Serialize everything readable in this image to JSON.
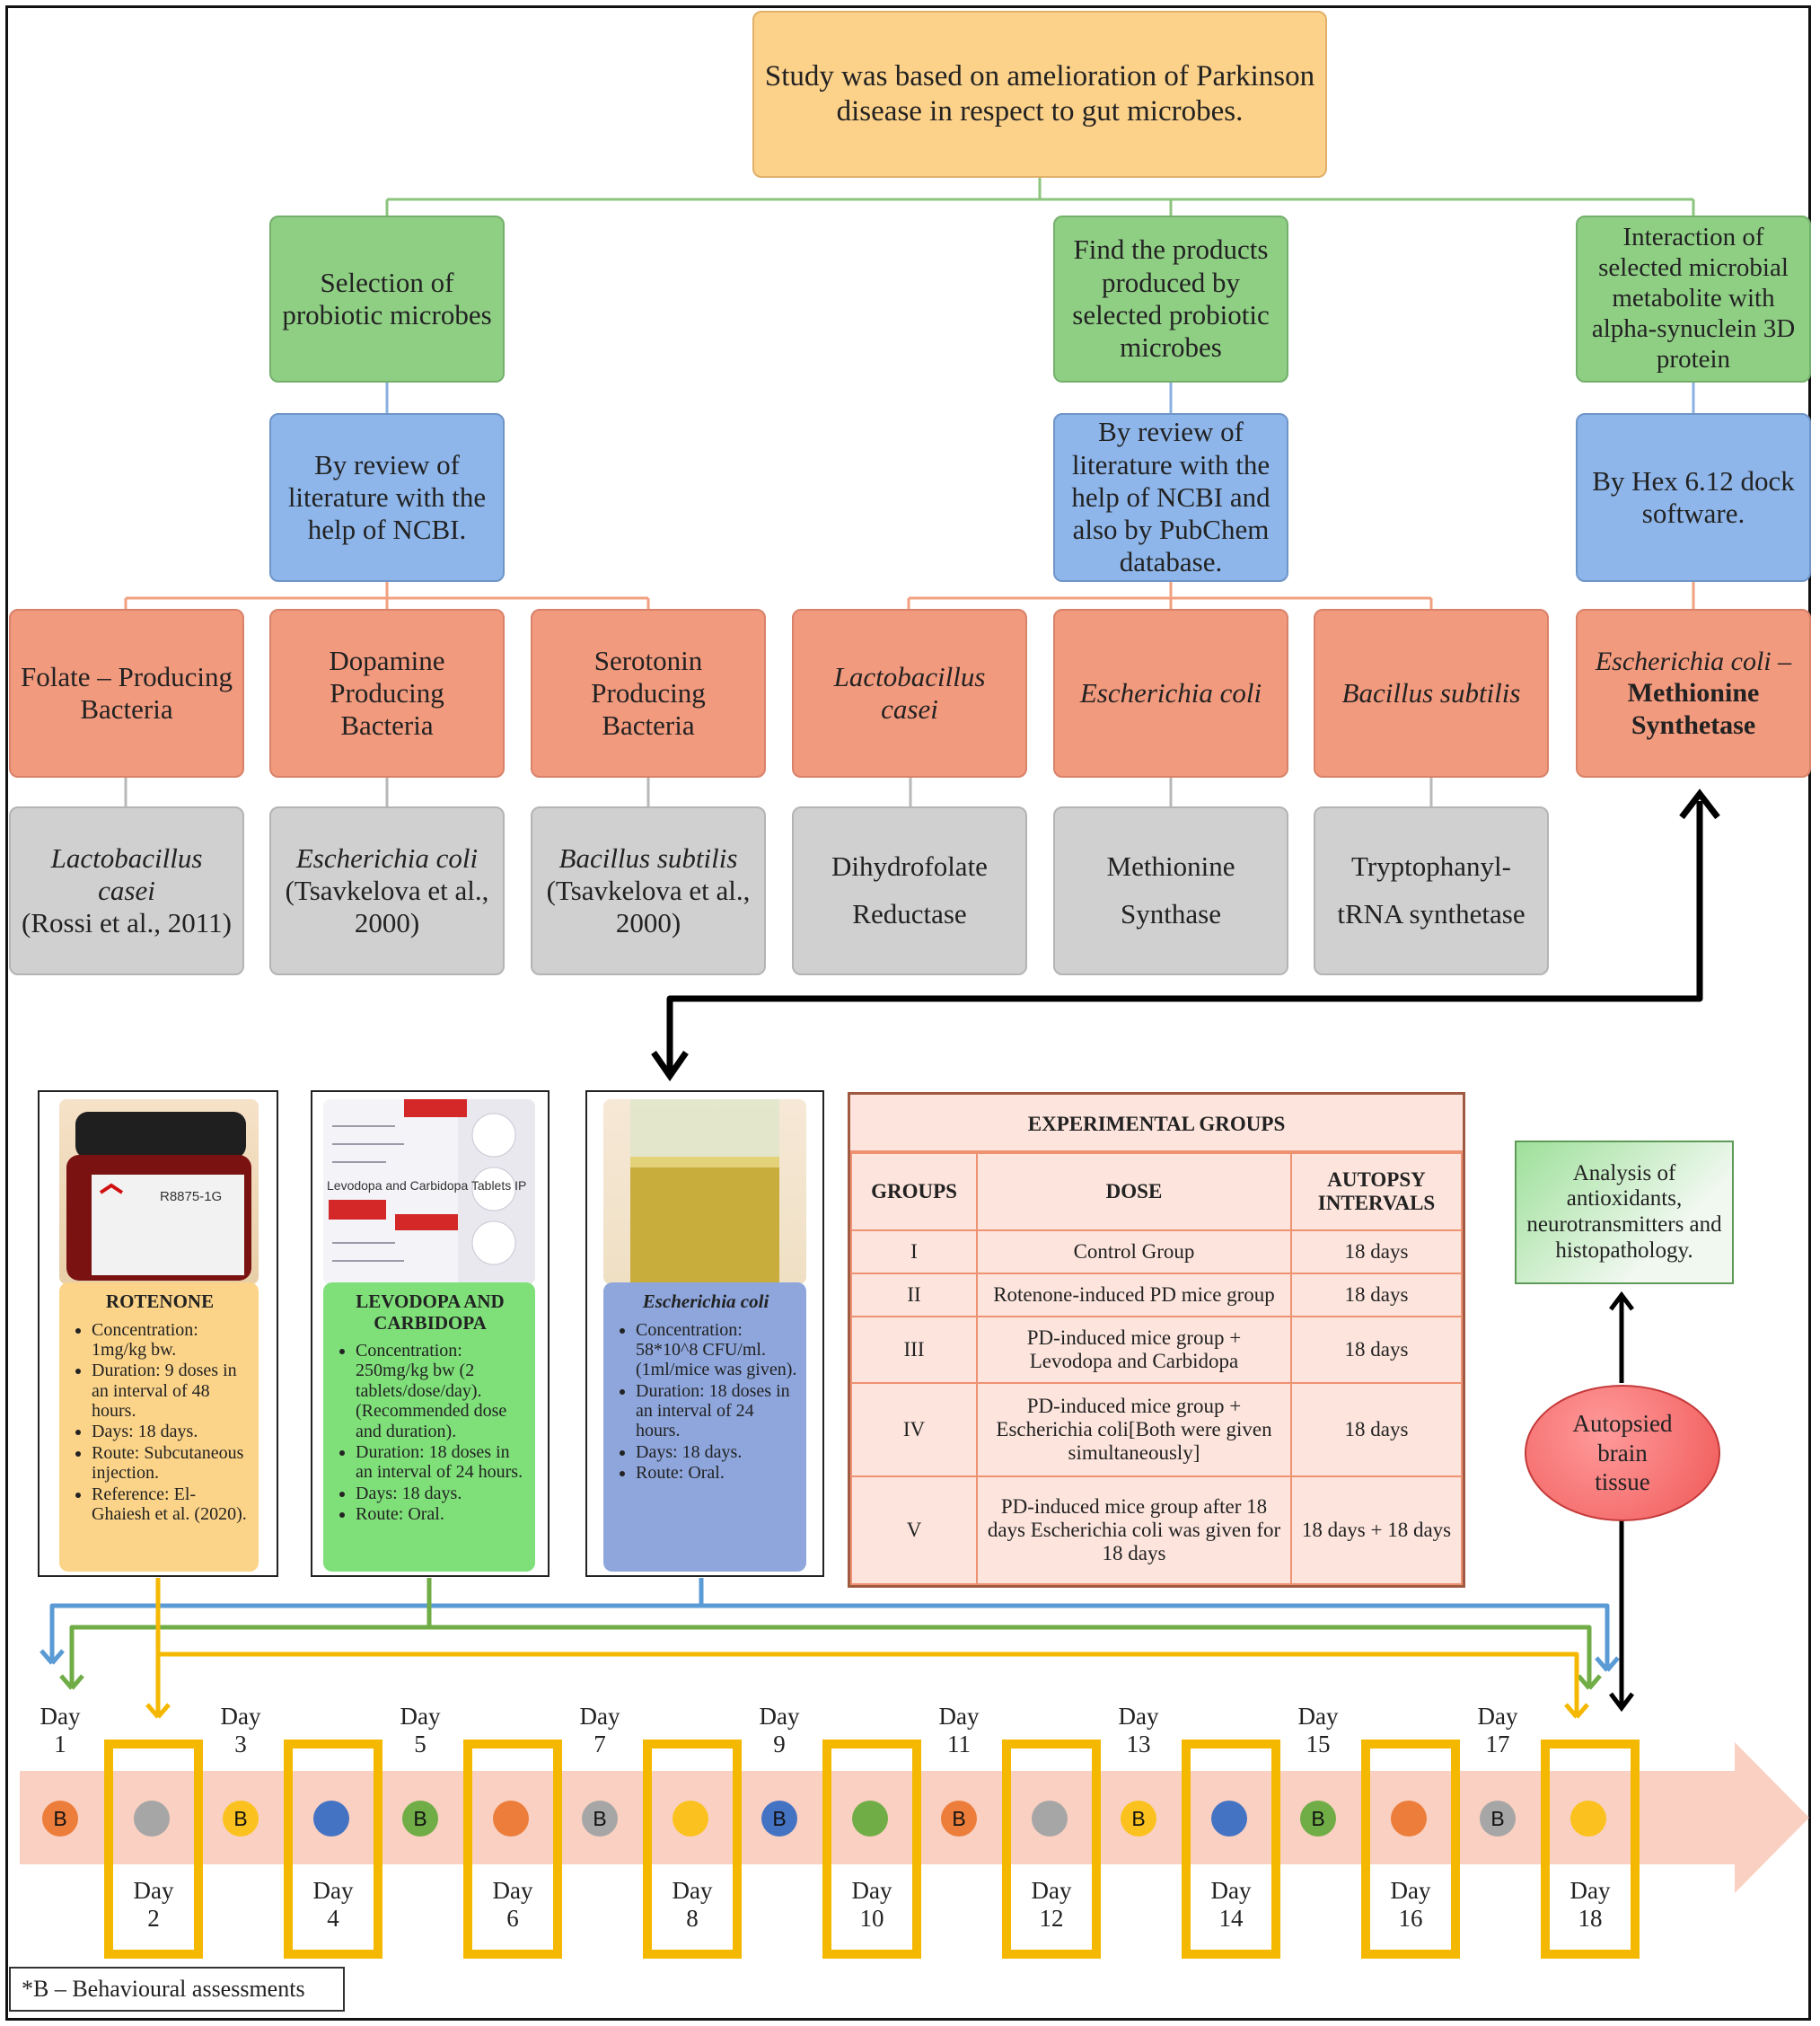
{
  "top": {
    "line1": "Study was based on amelioration of Parkinson",
    "line2": "disease in respect to gut microbes."
  },
  "branches": [
    {
      "title": [
        "Selection of",
        "probiotic microbes"
      ],
      "method": [
        "By review of",
        "literature with the",
        "help of NCBI."
      ]
    },
    {
      "title": [
        "Find the products",
        "produced by",
        "selected probiotic",
        "microbes"
      ],
      "method": [
        "By review of",
        "literature with the",
        "help of NCBI and",
        "also by PubChem",
        "database."
      ]
    },
    {
      "title": [
        "Interaction of",
        "selected microbial",
        "metabolite with",
        "alpha-synuclein 3D",
        "protein"
      ],
      "method": [
        "By Hex 6.12 dock",
        "software."
      ]
    }
  ],
  "categories": [
    {
      "label": [
        "Folate – Producing",
        "Bacteria"
      ],
      "detail": [
        "Lactobacillus casei",
        "(Rossi et al., 2011)"
      ]
    },
    {
      "label": [
        "Dopamine",
        "Producing Bacteria"
      ],
      "detail": [
        "Escherichia coli",
        "(Tsavkelova et al.,",
        "2000)"
      ]
    },
    {
      "label": [
        "Serotonin",
        "Producing Bacteria"
      ],
      "detail": [
        "Bacillus subtilis",
        "(Tsavkelova et al.,",
        "2000)"
      ]
    },
    {
      "label": [
        "Lactobacillus casei"
      ],
      "detail": [
        "Dihydrofolate",
        "Reductase"
      ]
    },
    {
      "label": [
        "Escherichia coli"
      ],
      "detail": [
        "Methionine",
        "Synthase"
      ]
    },
    {
      "label": [
        "Bacillus subtilis"
      ],
      "detail": [
        "Tryptophanyl-",
        "tRNA synthetase"
      ]
    }
  ],
  "result": {
    "organism": "Escherichia coli –",
    "enzyme_line1": "Methionine",
    "enzyme_line2": "Synthetase"
  },
  "drugs": [
    {
      "title": "ROTENONE",
      "jar_label": "R8875-1G",
      "items": [
        "Concentration: 1mg/kg bw.",
        "Duration: 9 doses in an interval of 48 hours.",
        "Days: 18 days.",
        "Route: Subcutaneous injection.",
        "Reference: El-Ghaiesh et al. (2020)."
      ]
    },
    {
      "title": "LEVODOPA AND CARBIDOPA",
      "pack_label": "Levodopa and Carbidopa Tablets IP",
      "items": [
        "Concentration: 250mg/kg bw (2 tablets/dose/day). (Recommended dose and duration).",
        "Duration: 18 doses in an interval of 24 hours.",
        "Days: 18 days.",
        "Route: Oral."
      ]
    },
    {
      "title": "Escherichia coli",
      "items": [
        "Concentration: 58*10^8 CFU/ml.(1ml/mice was given).",
        "Duration: 18 doses in an interval of 24 hours.",
        "Days: 18 days.",
        "Route: Oral."
      ]
    }
  ],
  "experimental": {
    "title": "EXPERIMENTAL GROUPS",
    "headers": [
      "GROUPS",
      "DOSE",
      "AUTOPSY INTERVALS"
    ],
    "rows": [
      [
        "I",
        "Control Group",
        "18 days"
      ],
      [
        "II",
        "Rotenone-induced PD mice group",
        "18 days"
      ],
      [
        "III",
        "PD-induced mice group + Levodopa and Carbidopa",
        "18 days"
      ],
      [
        "IV",
        "PD-induced mice group + Escherichia coli[Both were given simultaneously]",
        "18 days"
      ],
      [
        "V",
        "PD-induced mice group after 18 days Escherichia coli was given for 18 days",
        "18 days + 18 days"
      ]
    ]
  },
  "analysis": "Analysis of antioxidants, neurotransmitters and histopathology.",
  "autopsied": [
    "Autopsied",
    "brain",
    "tissue"
  ],
  "days": [
    {
      "word": "Day",
      "num": "1"
    },
    {
      "word": "Day",
      "num": "2"
    },
    {
      "word": "Day",
      "num": "3"
    },
    {
      "word": "Day",
      "num": "4"
    },
    {
      "word": "Day",
      "num": "5"
    },
    {
      "word": "Day",
      "num": "6"
    },
    {
      "word": "Day",
      "num": "7"
    },
    {
      "word": "Day",
      "num": "8"
    },
    {
      "word": "Day",
      "num": "9"
    },
    {
      "word": "Day",
      "num": "10"
    },
    {
      "word": "Day",
      "num": "11"
    },
    {
      "word": "Day",
      "num": "12"
    },
    {
      "word": "Day",
      "num": "13"
    },
    {
      "word": "Day",
      "num": "14"
    },
    {
      "word": "Day",
      "num": "15"
    },
    {
      "word": "Day",
      "num": "16"
    },
    {
      "word": "Day",
      "num": "17"
    },
    {
      "word": "Day",
      "num": "18"
    }
  ],
  "behaviour_marker": "B",
  "legend": "*B – Behavioural assessments",
  "colors": {
    "orange": "#ec7d3a",
    "gray": "#a6a6a6",
    "yellow": "#fbc21f",
    "blue": "#4473c4",
    "green": "#70ad47",
    "frame_yellow": "#f5b800",
    "arrow_blue": "#5b9bd5",
    "arrow_green": "#70ad47",
    "arrow_yellow": "#f5b800"
  }
}
